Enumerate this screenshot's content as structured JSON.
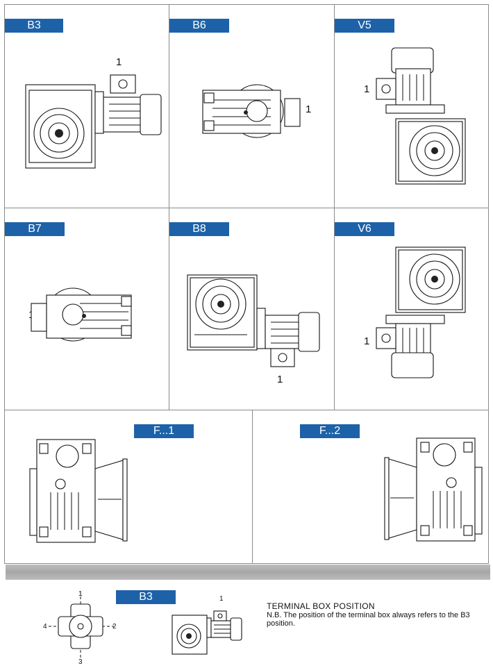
{
  "panels": [
    {
      "tag": "B3",
      "terminal": "1"
    },
    {
      "tag": "B6",
      "terminal": "1"
    },
    {
      "tag": "V5",
      "terminal": "1"
    },
    {
      "tag": "B7",
      "terminal": "1"
    },
    {
      "tag": "B8",
      "terminal": "1"
    },
    {
      "tag": "V6",
      "terminal": "1"
    }
  ],
  "flange_panels": [
    {
      "tag": "F...1"
    },
    {
      "tag": "F...2"
    }
  ],
  "terminal_box": {
    "tag": "B3",
    "title": "TERMINAL BOX POSITION",
    "note": "N.B. The position of the terminal box always refers to the B3 position.",
    "positions": {
      "top": "1",
      "right": "2",
      "bottom": "3",
      "left": "4"
    },
    "motor_label": "1"
  },
  "colors": {
    "tag_blue": "#1d62a8",
    "band_gray": "#b2b2b2"
  }
}
